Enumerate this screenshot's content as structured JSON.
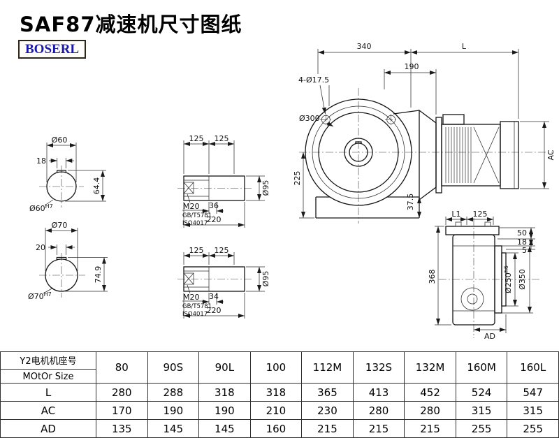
{
  "header": {
    "title": "SAF87减速机尺寸图纸",
    "logo": "BOSERL"
  },
  "views": {
    "shaft_end_top": {
      "dia": "Ø60",
      "key_width": "18",
      "height": "64.4",
      "bore": "Ø60",
      "bore_tol": "H7"
    },
    "shaft_end_bottom": {
      "dia": "Ø70",
      "key_width": "20",
      "height": "74.9",
      "bore": "Ø70",
      "bore_tol": "H7"
    },
    "shaft_top": {
      "seg_a": "125",
      "seg_b": "125",
      "thread": "M20",
      "std_1": "GB/T5781",
      "std_2": "ISO4017",
      "key_len": "36",
      "length": "220",
      "dia": "Ø95"
    },
    "shaft_bottom": {
      "seg_a": "125",
      "seg_b": "125",
      "thread": "M20",
      "std_1": "GB/T5781",
      "std_2": "ISO4017",
      "key_len": "34",
      "length": "220",
      "dia": "Ø95"
    },
    "front": {
      "housing_len": "340",
      "motor_len": "L",
      "top_len": "190",
      "bolt_holes": "4-Ø17.5",
      "flange_dia": "Ø300",
      "center_height": "225",
      "foot": "37.5",
      "motor_dia": "AC"
    },
    "side": {
      "len_l1": "L1",
      "len_125": "125",
      "d50": "50",
      "d18": "18",
      "d5": "5",
      "height": "368",
      "pilot": "Ø250",
      "pilot_tol": "h6",
      "flange": "Ø350",
      "depth": "AD"
    }
  },
  "table": {
    "row_header_line1": "Y2电机机座号",
    "row_header_line2": "MOtOr Size",
    "frame_sizes": [
      "80",
      "90S",
      "90L",
      "100",
      "112M",
      "132S",
      "132M",
      "160M",
      "160L"
    ],
    "rows": [
      {
        "label": "L",
        "values": [
          "280",
          "288",
          "318",
          "318",
          "365",
          "413",
          "452",
          "524",
          "547"
        ]
      },
      {
        "label": "AC",
        "values": [
          "170",
          "190",
          "190",
          "210",
          "230",
          "280",
          "280",
          "315",
          "315"
        ]
      },
      {
        "label": "AD",
        "values": [
          "135",
          "145",
          "145",
          "160",
          "215",
          "215",
          "215",
          "255",
          "255"
        ]
      }
    ]
  }
}
